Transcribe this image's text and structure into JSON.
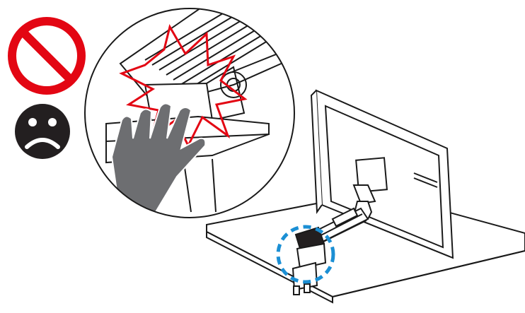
{
  "illustration": {
    "kind": "warning-instruction",
    "icons": [
      "prohibited-icon",
      "sad-face-icon"
    ],
    "callout": "pinch-hazard-closeup",
    "highlight": "clamp-joint-dashed-circle"
  },
  "colors": {
    "warning_red": "#e30613",
    "highlight_blue": "#1b8fd4",
    "hand_gray": "#6d6e71",
    "line_black": "#1a1a1a",
    "face_black": "#231f20"
  }
}
